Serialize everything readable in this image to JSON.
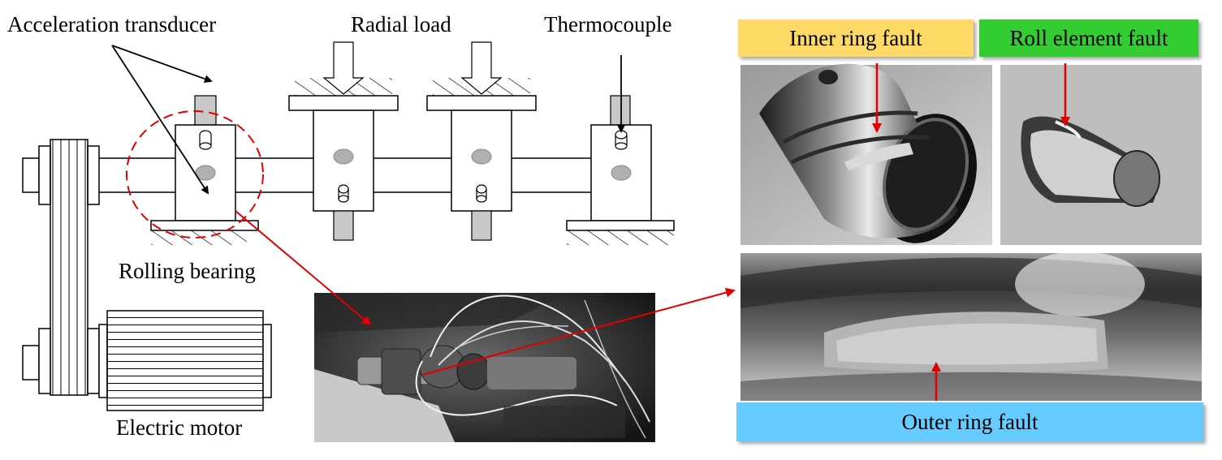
{
  "labels": {
    "acceleration_transducer": "Acceleration transducer",
    "radial_load": "Radial load",
    "thermocouple": "Thermocouple",
    "rolling_bearing": "Rolling bearing",
    "electric_motor": "Electric motor"
  },
  "fault_tags": {
    "inner": "Inner ring fault",
    "roll": "Roll element fault",
    "outer": "Outer ring fault"
  },
  "colors": {
    "inner_tag": "#ffd966",
    "roll_tag": "#33cc33",
    "outer_tag": "#66ccff",
    "highlight": "#e00000",
    "sensor": "#c8c8c8"
  }
}
